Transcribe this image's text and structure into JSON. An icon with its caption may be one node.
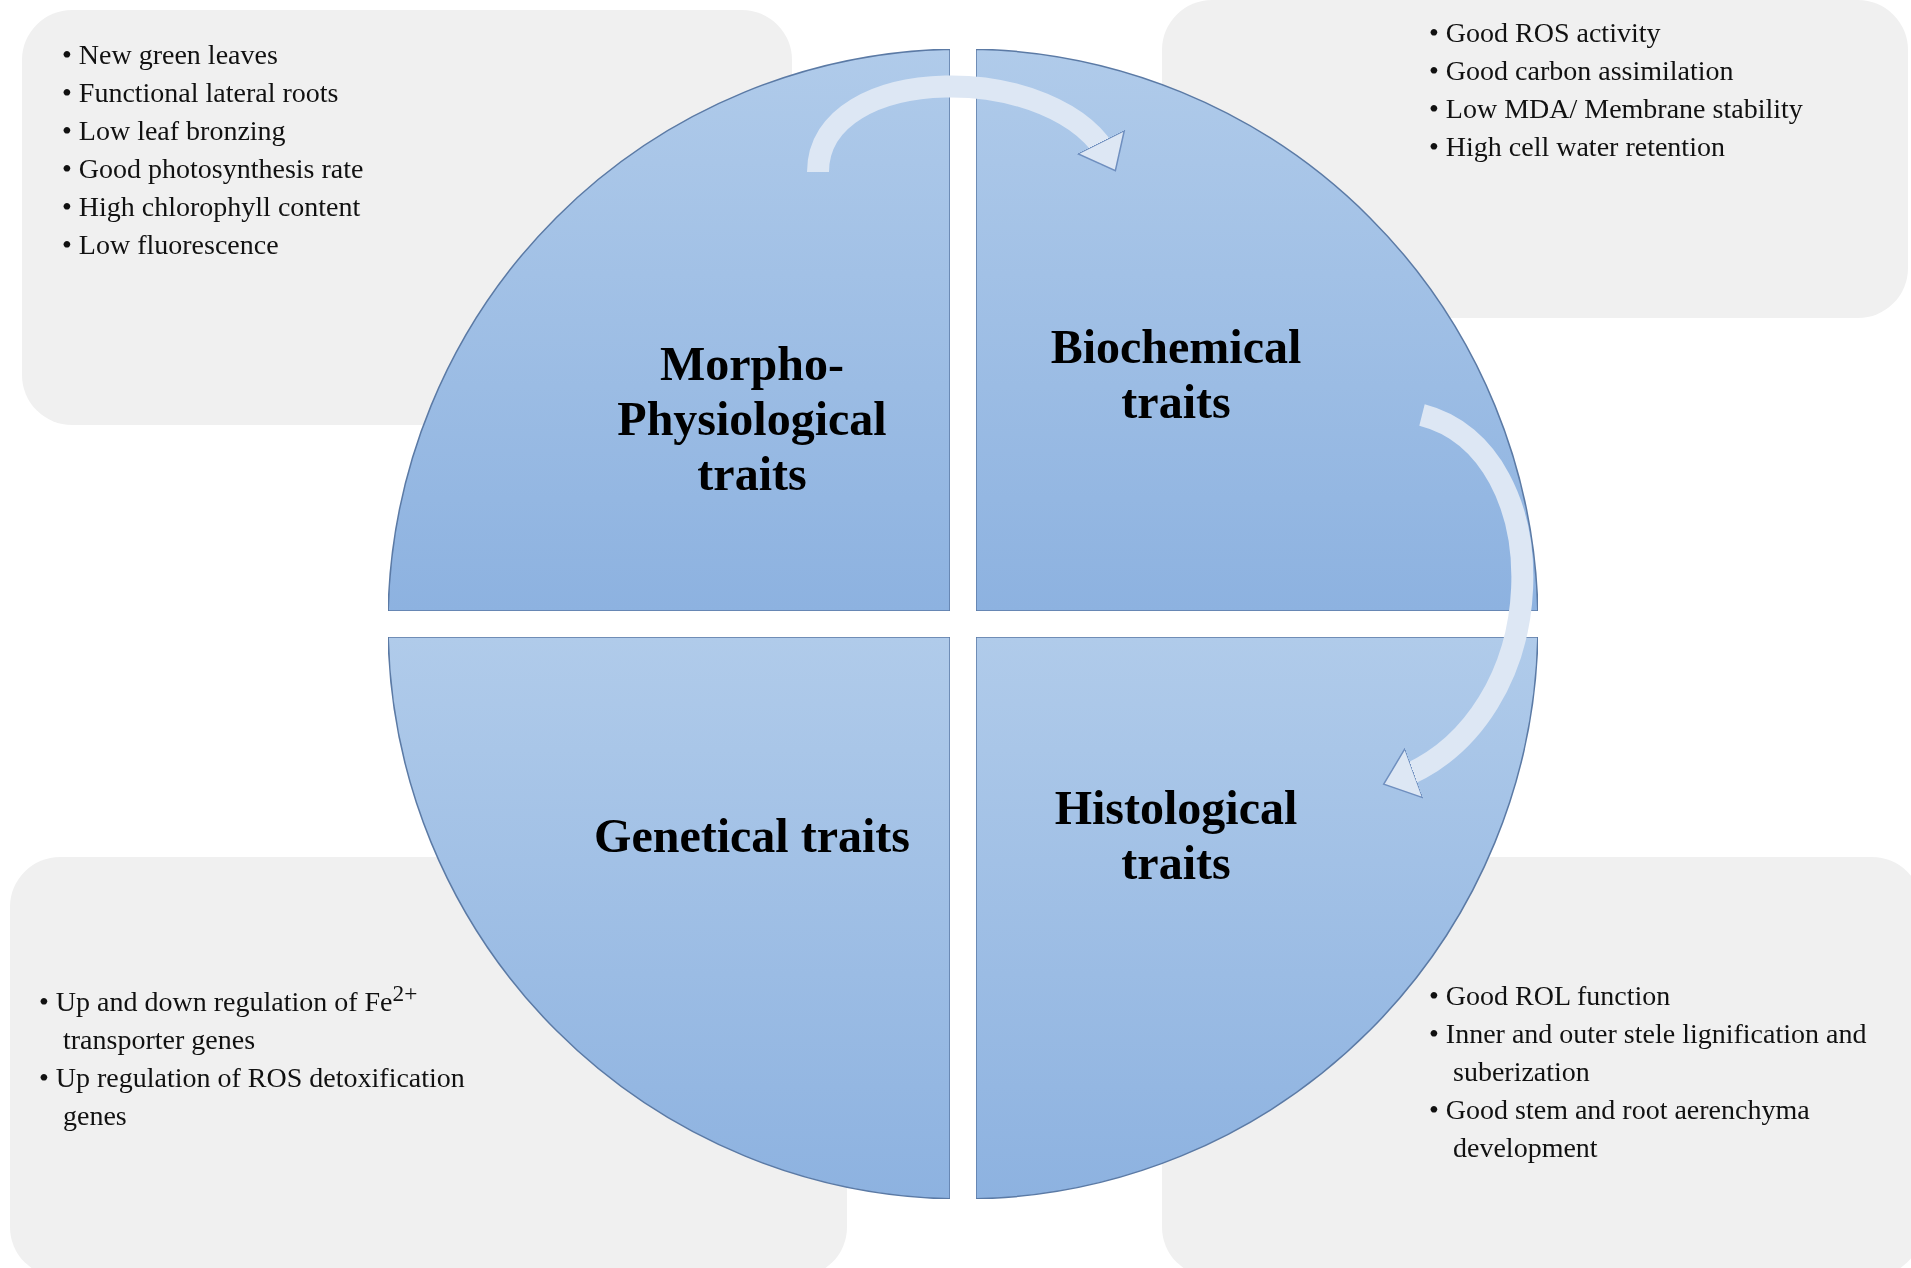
{
  "diagram": {
    "nodes": [
      {
        "text": [
          "• New green leaves",
          "• Functional lateral roots",
          "• Low leaf bronzing",
          "• Good photosynthesis rate",
          "• High chlorophyll content",
          "• Low fluorescence"
        ]
      },
      {
        "text": [
          "• Good ROS activity",
          "• Good carbon assimilation",
          "• Low MDA/ Membrane stability",
          "• High cell water retention"
        ]
      },
      {
        "text": [
          "Morpho-Physiological traits"
        ]
      },
      {
        "text": [
          "Biochemical traits"
        ]
      },
      {
        "text": [
          "Genetical traits"
        ]
      },
      {
        "text": [
          "Histological traits"
        ]
      },
      {
        "text": [
          "• Up and down regulation of Fe$^{2+}$ transporter genes",
          "• Up regulation of ROS detoxification genes"
        ]
      },
      {
        "text": [
          "• Good ROL function",
          "• Inner and outer stele lignification and suberization",
          "• Good stem and root aerenchyma development"
        ]
      }
    ],
    "edges": [
      {
        "from": 2,
        "to": 3,
        "arrow": "to"
      },
      {
        "from": 3,
        "to": 5,
        "arrow": "to"
      }
    ]
  }
}
